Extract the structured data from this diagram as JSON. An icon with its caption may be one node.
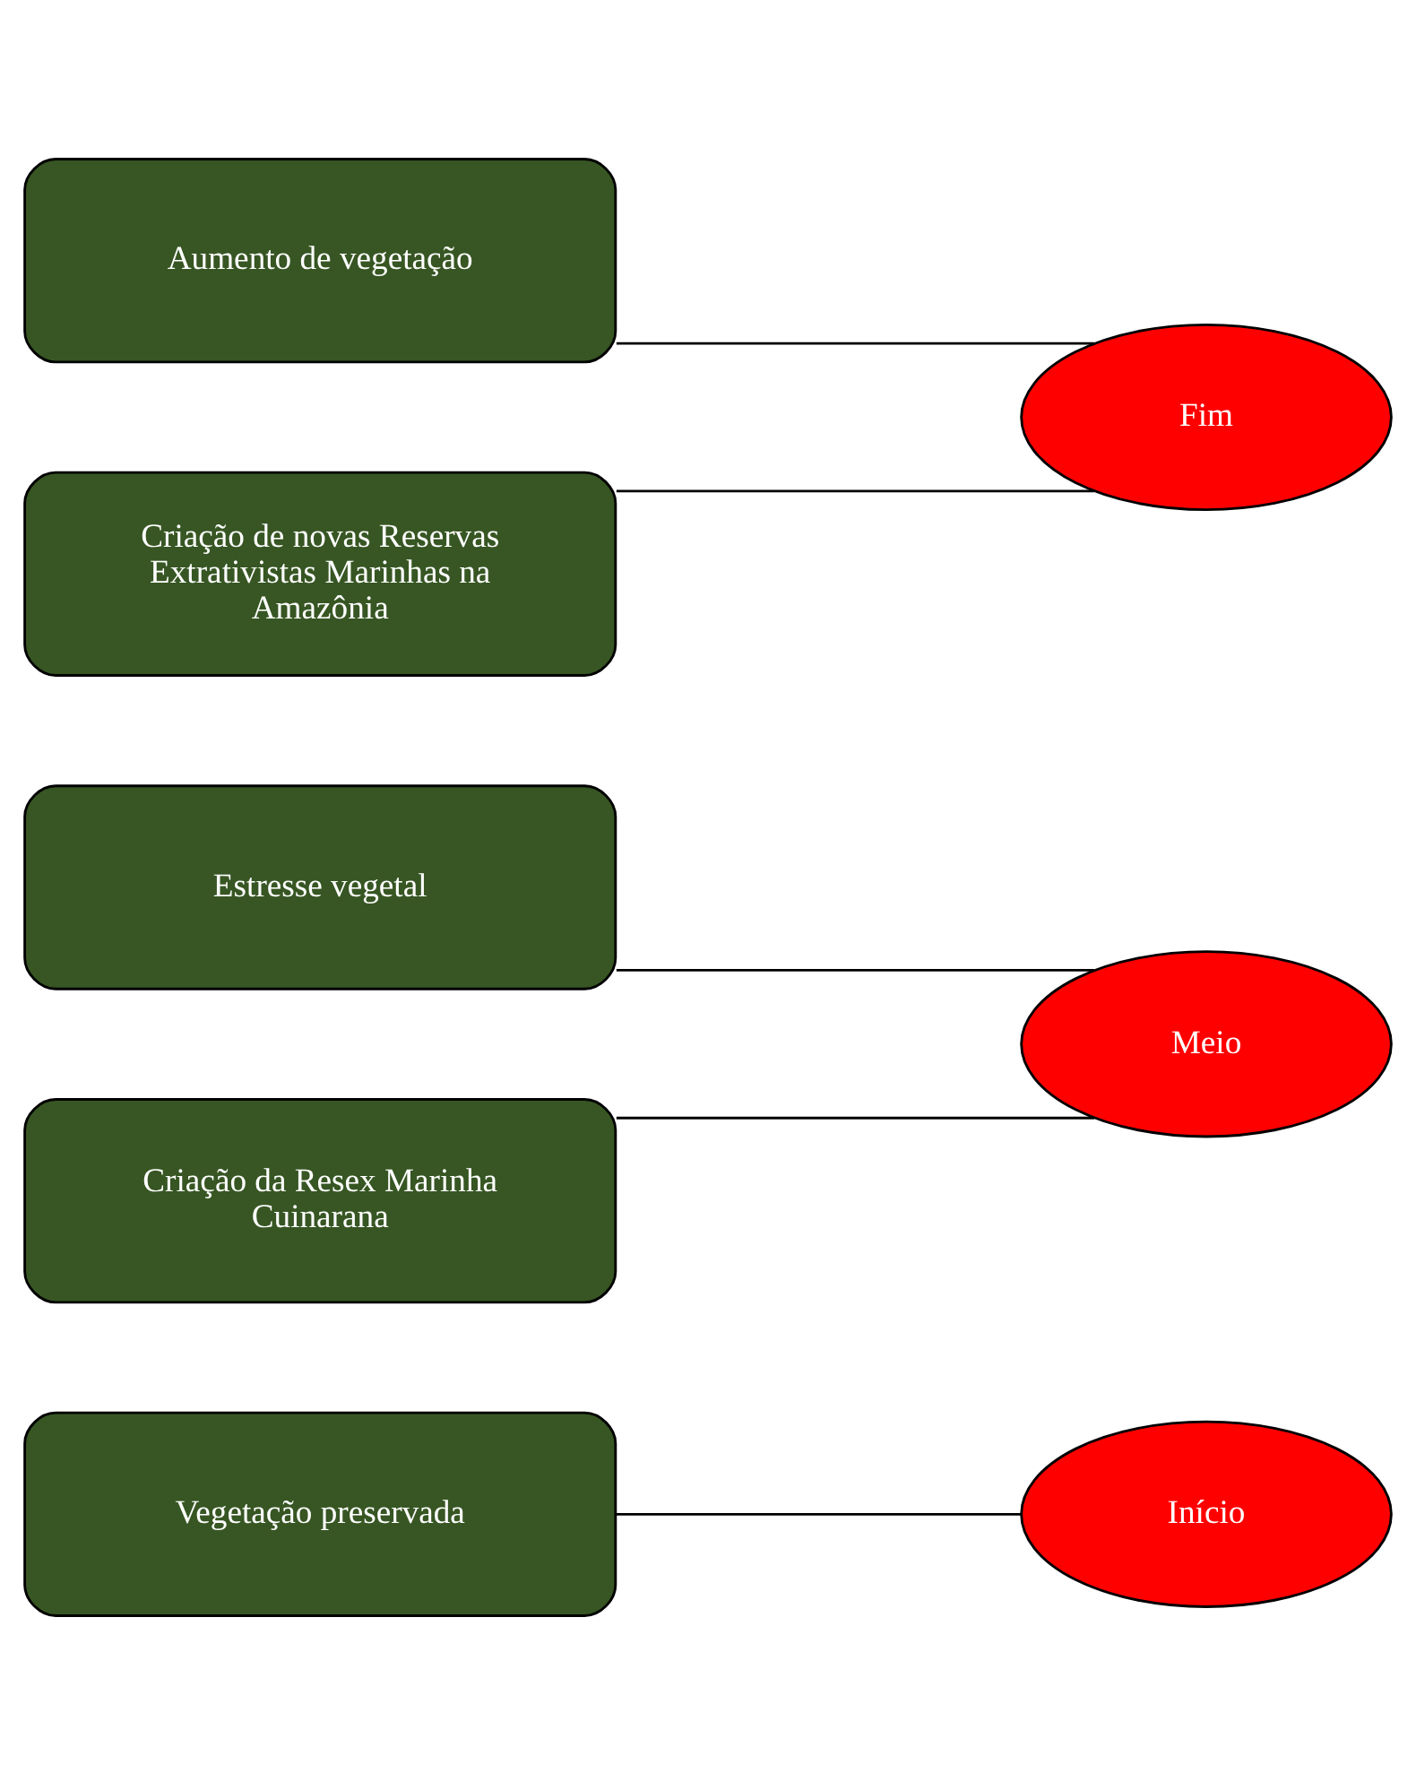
{
  "diagram": {
    "nodes": [
      {
        "text": [
          "Vegetação preservada"
        ]
      },
      {
        "text": [
          "Início"
        ]
      },
      {
        "text": [
          "Estresse vegetal"
        ]
      },
      {
        "text": [
          "Meio"
        ]
      },
      {
        "text": [
          "Criação da Resex Marinha Cuinarana"
        ]
      },
      {
        "text": [
          "Aumento de vegetação"
        ]
      },
      {
        "text": [
          "Fim"
        ]
      },
      {
        "text": [
          "Criação de novas Reservas Extrativistas Marinhas na Amazônia"
        ]
      }
    ],
    "edges": [
      {
        "from": 0,
        "to": 1,
        "arrow": "none"
      },
      {
        "from": 2,
        "to": 3,
        "arrow": "none"
      },
      {
        "from": 4,
        "to": 3,
        "arrow": "none"
      },
      {
        "from": 5,
        "to": 6,
        "arrow": "none"
      },
      {
        "from": 7,
        "to": 6,
        "arrow": "none"
      }
    ]
  }
}
